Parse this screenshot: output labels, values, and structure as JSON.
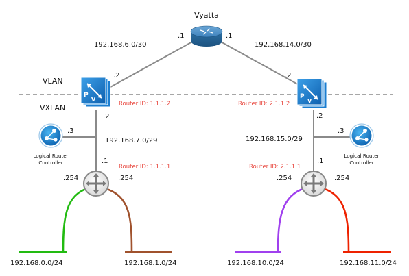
{
  "title": "Vyatta",
  "zones": {
    "upper": "VLAN",
    "lower": "VXLAN"
  },
  "uplinks": {
    "left": {
      "subnet": "192.168.6.0/30",
      "vyatta_end": ".1",
      "edge_end": ".2"
    },
    "right": {
      "subnet": "192.168.14.0/30",
      "vyatta_end": ".1",
      "edge_end": ".2"
    }
  },
  "left_site": {
    "edge_router_id": "Router ID: 1.1.1.2",
    "edge_transit_ip": ".2",
    "transit_subnet": "192.168.7.0/29",
    "controller_ip": ".3",
    "controller_label": [
      "Logical Router",
      "Controller"
    ],
    "dlr_ip": ".1",
    "dlr_router_id": "Router ID: 1.1.1.1",
    "lifs": [
      {
        "ip": ".254",
        "subnet": "192.168.0.0/24",
        "color": "#22bb11"
      },
      {
        "ip": ".254",
        "subnet": "192.168.1.0/24",
        "color": "#a0522d"
      }
    ]
  },
  "right_site": {
    "edge_router_id": "Router ID: 2.1.1.2",
    "edge_transit_ip": ".2",
    "transit_subnet": "192.168.15.0/29",
    "controller_ip": ".3",
    "controller_label": [
      "Logical Router",
      "Controller"
    ],
    "dlr_ip": ".1",
    "dlr_router_id": "Router ID: 2.1.1.1",
    "lifs": [
      {
        "ip": ".254",
        "subnet": "192.168.10.0/24",
        "color": "#a040ee"
      },
      {
        "ip": ".254",
        "subnet": "192.168.11.0/24",
        "color": "#ee2200"
      }
    ]
  },
  "colors": {
    "link": "#8a8a8a",
    "divider": "#8a8a8a",
    "router_id_text": "#e8453c",
    "vyatta_router": "#2c6fa3",
    "edge_icon": "#1478c8",
    "controller_icon": "#1478c8"
  },
  "icons": {
    "vyatta": "router-icon",
    "edge": "nsx-edge-icon",
    "controller": "controller-icon",
    "dlr": "logical-router-icon"
  }
}
